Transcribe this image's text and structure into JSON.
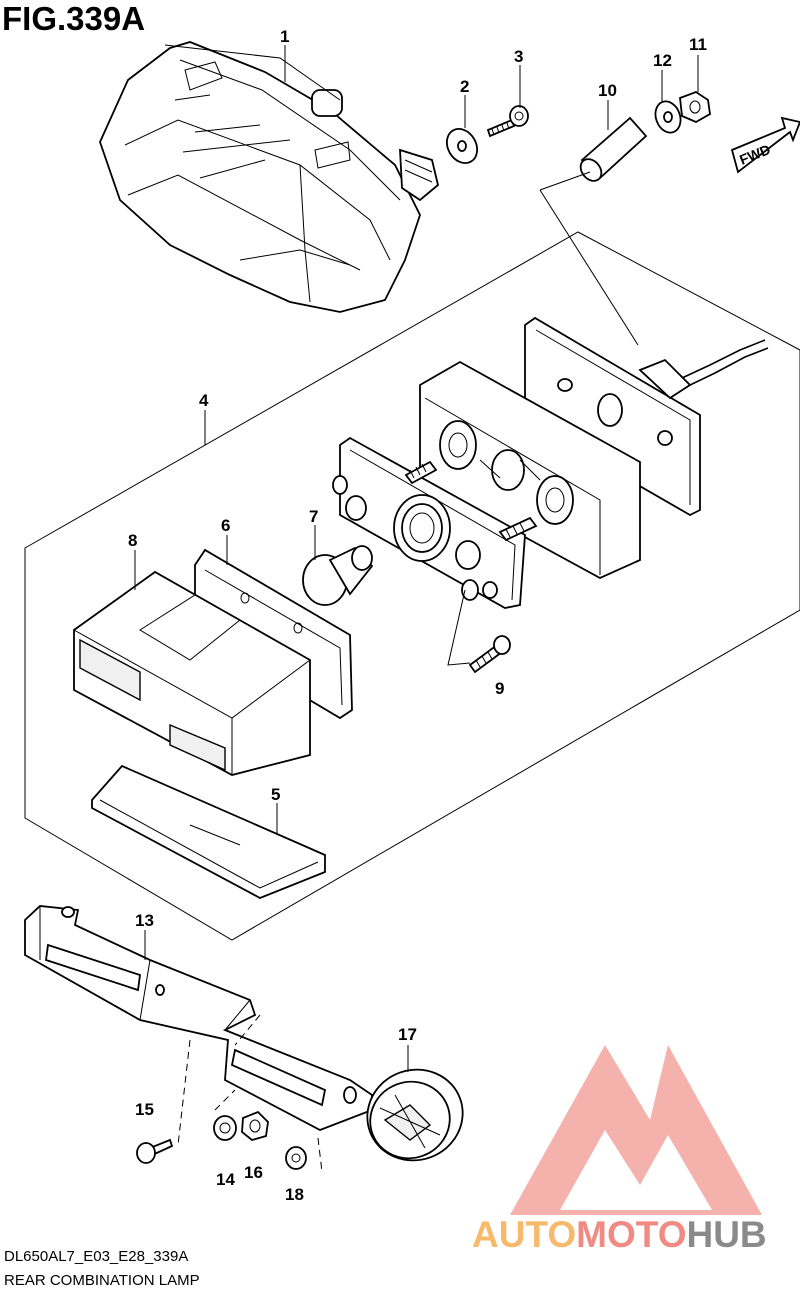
{
  "figure": {
    "title": "FIG.339A",
    "model_code": "DL650AL7_E03_E28_339A",
    "part_group": "REAR COMBINATION LAMP",
    "direction_label": "FWD"
  },
  "callouts": [
    "1",
    "2",
    "3",
    "4",
    "5",
    "6",
    "7",
    "8",
    "9",
    "10",
    "11",
    "12",
    "13",
    "14",
    "15",
    "16",
    "17",
    "18"
  ],
  "watermark": {
    "part1": "AUTO",
    "part2": "MOTO",
    "part3": "HUB",
    "color_primary": "#f08a82",
    "color_secondary": "#f7b96b",
    "color_tertiary": "#8a8a8a"
  }
}
